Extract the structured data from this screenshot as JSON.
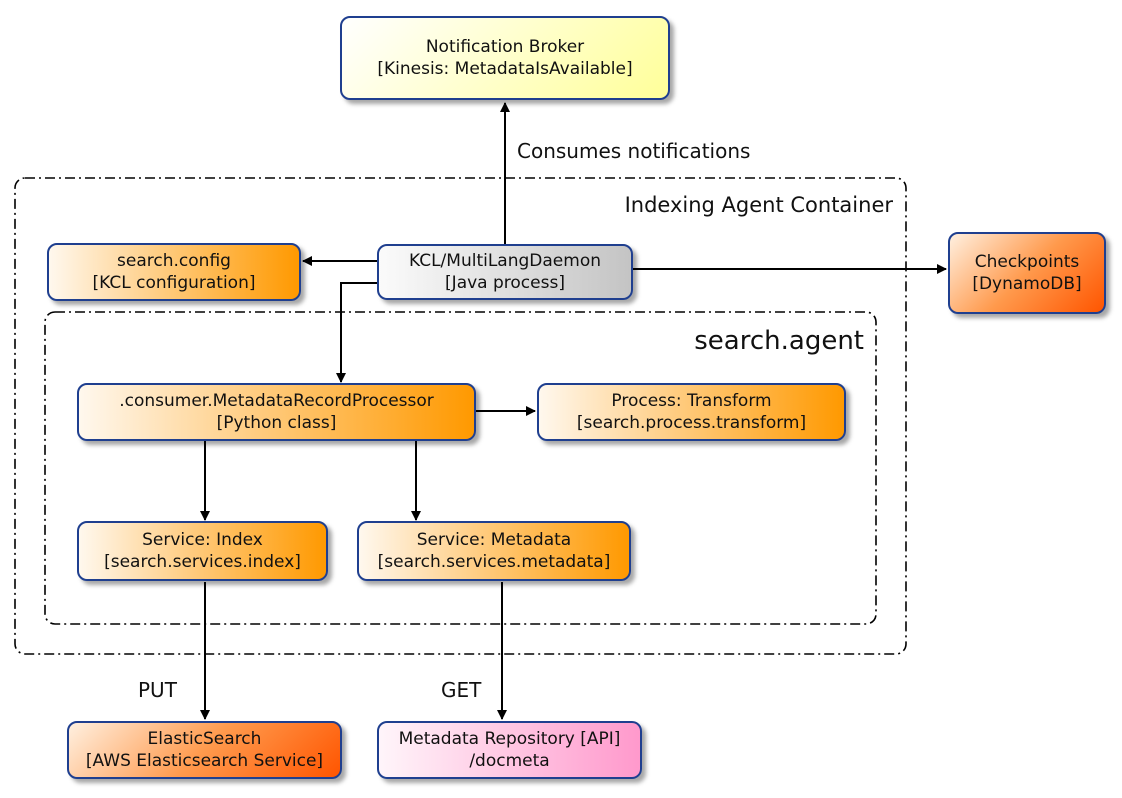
{
  "nodes": {
    "notification_broker": {
      "line1": "Notification Broker",
      "line2": "[Kinesis: MetadataIsAvailable]"
    },
    "search_config": {
      "line1": "search.config",
      "line2": "[KCL configuration]"
    },
    "kcl_daemon": {
      "line1": "KCL/MultiLangDaemon",
      "line2": "[Java process]"
    },
    "checkpoints": {
      "line1": "Checkpoints",
      "line2": "[DynamoDB]"
    },
    "record_processor": {
      "line1": ".consumer.MetadataRecordProcessor",
      "line2": "[Python class]"
    },
    "process_transform": {
      "line1": "Process: Transform",
      "line2": "[search.process.transform]"
    },
    "service_index": {
      "line1": "Service: Index",
      "line2": "[search.services.index]"
    },
    "service_metadata": {
      "line1": "Service: Metadata",
      "line2": "[search.services.metadata]"
    },
    "elasticsearch": {
      "line1": "ElasticSearch",
      "line2": "[AWS Elasticsearch Service]"
    },
    "metadata_repository": {
      "line1": "Metadata Repository [API]",
      "line2": "/docmeta"
    }
  },
  "containers": {
    "indexing_agent": {
      "title": "Indexing Agent Container"
    },
    "search_agent": {
      "title": "search.agent"
    }
  },
  "edge_labels": {
    "consumes": "Consumes notifications",
    "put": "PUT",
    "get": "GET"
  },
  "colors": {
    "border": "#1f3f8f",
    "yellow": "#ffff99",
    "orange": "#ff9900",
    "red": "#ff5500",
    "grey": "#c4c4c4",
    "pink": "#ff99cc"
  }
}
